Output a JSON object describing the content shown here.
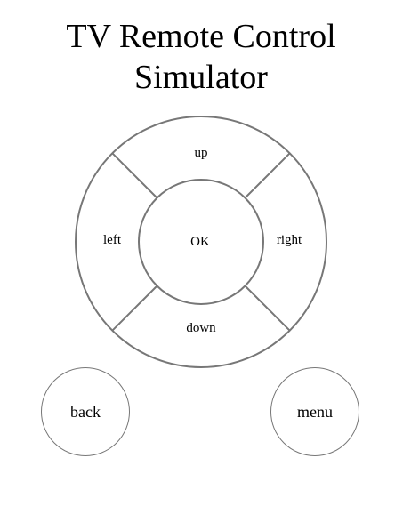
{
  "page": {
    "title_line1": "TV Remote Control",
    "title_line2": "Simulator"
  },
  "dpad": {
    "up_label": "up",
    "down_label": "down",
    "left_label": "left",
    "right_label": "right",
    "ok_label": "OK"
  },
  "controls": {
    "back_label": "back",
    "menu_label": "menu"
  }
}
